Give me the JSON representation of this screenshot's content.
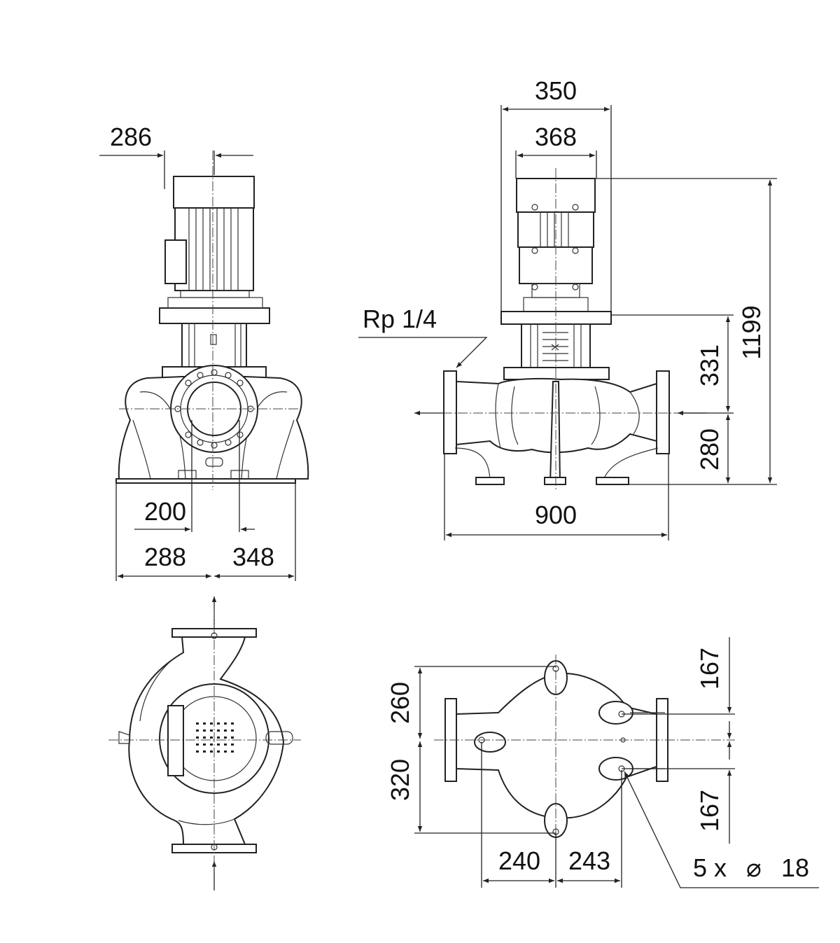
{
  "dimensions": {
    "front_view": {
      "motor_offset": "286",
      "port_offset": "200",
      "base_left": "288",
      "base_right": "348"
    },
    "side_view": {
      "motor_width": "350",
      "fan_width": "368",
      "total_height": "1199",
      "motor_to_axis": "331",
      "axis_height": "280",
      "port_to_port": "900",
      "vent_label": "Rp 1/4"
    },
    "base_plan": {
      "top_to_axis": "260",
      "bottom_to_axis": "320",
      "hole_offset_top": "167",
      "hole_offset_bottom": "167",
      "hole_left": "240",
      "hole_right": "243",
      "hole_count": "5 x",
      "hole_diameter": "18",
      "diameter_symbol": "⌀"
    }
  }
}
